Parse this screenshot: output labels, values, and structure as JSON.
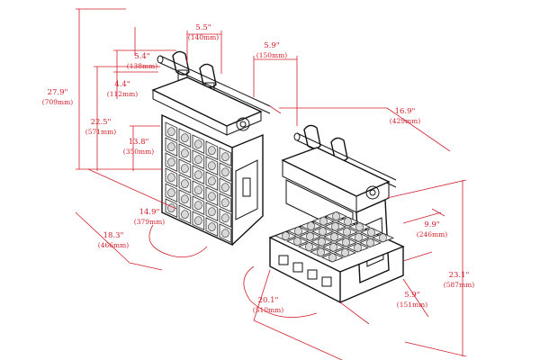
{
  "diagram": {
    "dimensions": [
      {
        "id": "d1",
        "imperial": "5.5\"",
        "metric": "(140mm)"
      },
      {
        "id": "d2",
        "imperial": "5.4\"",
        "metric": "(138mm)"
      },
      {
        "id": "d3",
        "imperial": "5.9\"",
        "metric": "(150mm)"
      },
      {
        "id": "d4",
        "imperial": "4.4\"",
        "metric": "(112mm)"
      },
      {
        "id": "d5",
        "imperial": "27.9\"",
        "metric": "(709mm)"
      },
      {
        "id": "d6",
        "imperial": "22.5\"",
        "metric": "(571mm)"
      },
      {
        "id": "d7",
        "imperial": "16.9\"",
        "metric": "(429mm)"
      },
      {
        "id": "d8",
        "imperial": "13.8\"",
        "metric": "(350mm)"
      },
      {
        "id": "d9",
        "imperial": "14.9\"",
        "metric": "(379mm)"
      },
      {
        "id": "d10",
        "imperial": "18.3\"",
        "metric": "(466mm)"
      },
      {
        "id": "d11",
        "imperial": "9.9\"",
        "metric": "(246mm)"
      },
      {
        "id": "d12",
        "imperial": "23.1\"",
        "metric": "(587mm)"
      },
      {
        "id": "d13",
        "imperial": "20.1\"",
        "metric": "(510mm)"
      },
      {
        "id": "d14",
        "imperial": "5.9\"",
        "metric": "(151mm)"
      }
    ],
    "colors": {
      "dimension": "#d0202a",
      "outline": "#111111"
    }
  }
}
